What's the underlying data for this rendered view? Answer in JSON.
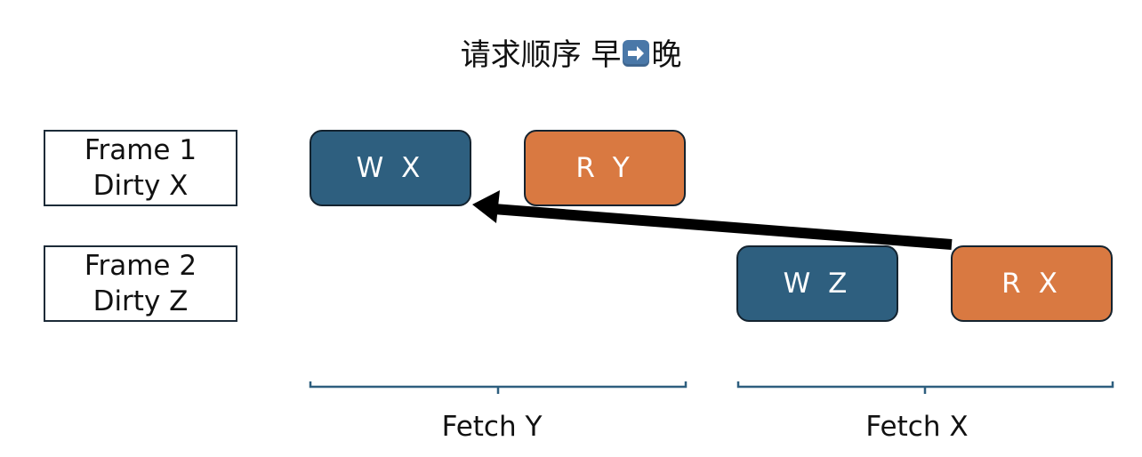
{
  "title": {
    "text_before": "请求顺序  早",
    "icon": "right-arrow-emoji",
    "text_after": "晚"
  },
  "frames": [
    {
      "line1": "Frame 1",
      "line2": "Dirty X"
    },
    {
      "line1": "Frame 2",
      "line2": "Dirty Z"
    }
  ],
  "requests": {
    "wx": {
      "label": "W X",
      "type": "write"
    },
    "ry": {
      "label": "R Y",
      "type": "read"
    },
    "wz": {
      "label": "W Z",
      "type": "write"
    },
    "rx": {
      "label": "R X",
      "type": "read"
    }
  },
  "fetch_groups": [
    {
      "label": "Fetch Y"
    },
    {
      "label": "Fetch X"
    }
  ],
  "dependency_arrow": {
    "from": "R X",
    "to": "W X"
  },
  "colors": {
    "write": "#2e5f7f",
    "read": "#d97941",
    "bracket": "#2e5f7f",
    "border": "#14232f"
  }
}
